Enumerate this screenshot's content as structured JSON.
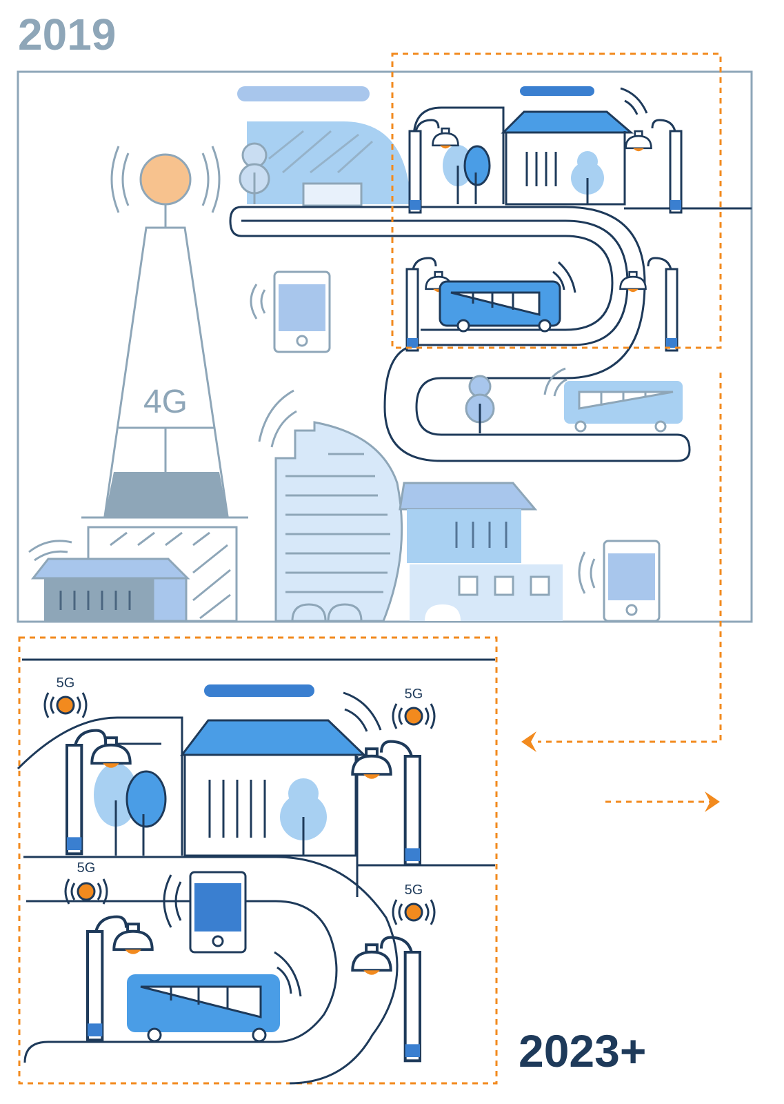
{
  "years": {
    "start": "2019",
    "end": "2023+"
  },
  "tower": {
    "label": "4G",
    "icon": "cell-tower-icon"
  },
  "small_cells": {
    "label": "5G",
    "icon": "small-cell-antenna-icon"
  },
  "colors": {
    "navy": "#1e3a5a",
    "gray_blue": "#8ea6b8",
    "light_blue": "#a8d0f2",
    "mid_blue": "#4a9de6",
    "pale_blue": "#d7e8f9",
    "orange": "#f28a1e",
    "peach": "#f7c28e"
  },
  "icons": [
    "cell-tower-icon",
    "smartphone-icon",
    "bus-icon",
    "street-lamp-icon",
    "tree-icon",
    "building-icon",
    "wireless-signal-icon",
    "arrow-icon"
  ]
}
